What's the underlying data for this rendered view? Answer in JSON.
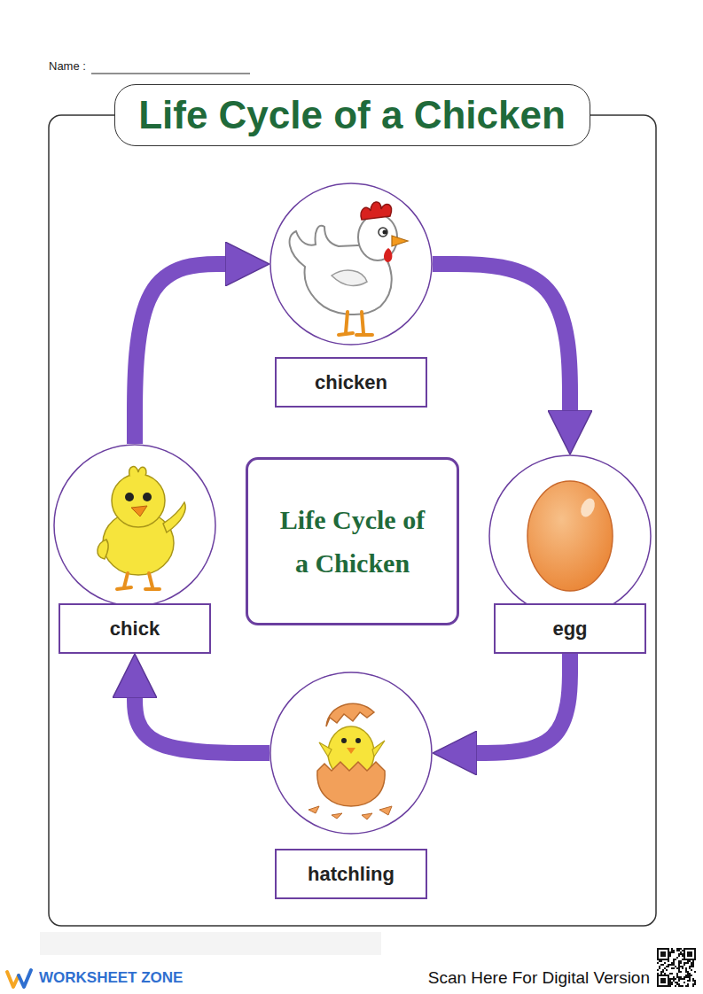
{
  "diagram": {
    "title": "Life Cycle of a Chicken",
    "nodes": [
      {
        "text": [
          "chicken"
        ]
      },
      {
        "text": [
          "chick"
        ]
      },
      {
        "text": [
          "Life Cycle of a Chicken"
        ]
      },
      {
        "text": [
          "egg"
        ]
      },
      {
        "text": [
          "hatchling"
        ]
      }
    ],
    "edges": [
      {
        "from": 0,
        "to": 3,
        "arrow": "to"
      },
      {
        "from": 3,
        "to": 4,
        "arrow": "to"
      },
      {
        "from": 4,
        "to": 1,
        "arrow": "to"
      },
      {
        "from": 1,
        "to": 0,
        "arrow": "to"
      }
    ],
    "labels": [
      "Name :",
      "WORKSHEET ZONE",
      "Scan Here For Digital Version"
    ]
  }
}
